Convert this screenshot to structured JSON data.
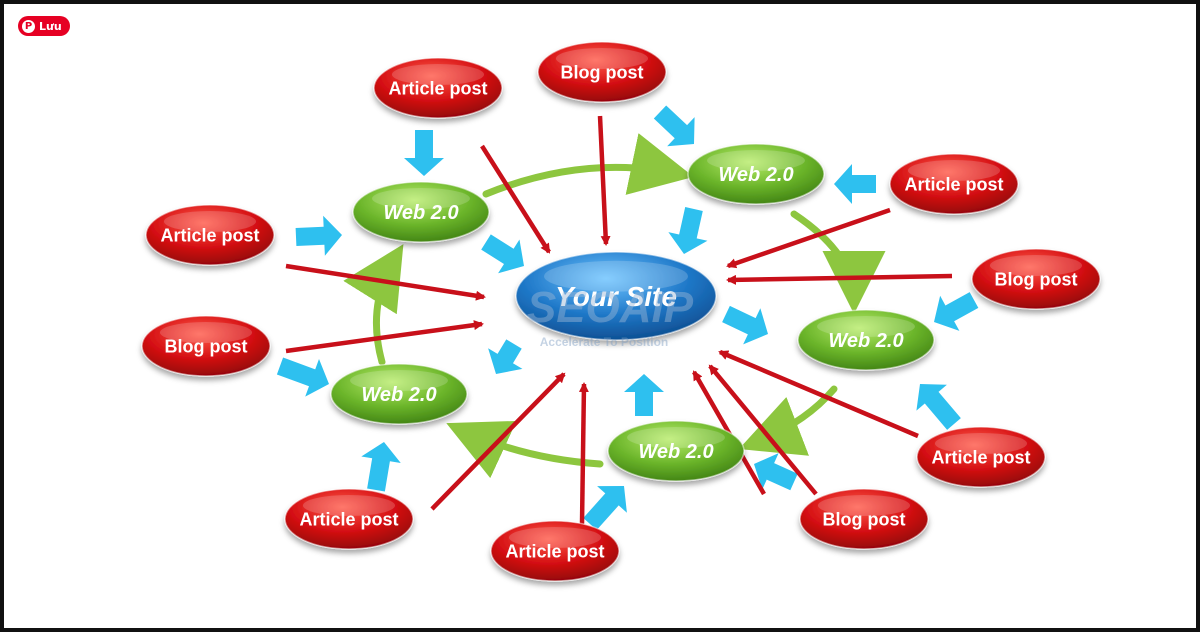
{
  "toolbar": {
    "save_label": "Lưu",
    "save_icon": "pinterest-icon",
    "save_color": "#e60023"
  },
  "diagram": {
    "center": {
      "label": "Your Site",
      "color": "#1f78c8"
    },
    "watermark": {
      "logo": "SEOAIP",
      "tagline": "Accelerate To Position"
    },
    "hubs": [
      {
        "id": "hub-1",
        "label": "Web 2.0"
      },
      {
        "id": "hub-2",
        "label": "Web 2.0"
      },
      {
        "id": "hub-3",
        "label": "Web 2.0"
      },
      {
        "id": "hub-4",
        "label": "Web 2.0"
      },
      {
        "id": "hub-5",
        "label": "Web 2.0"
      }
    ],
    "posts": [
      {
        "id": "post-1",
        "label": "Article post"
      },
      {
        "id": "post-2",
        "label": "Blog post"
      },
      {
        "id": "post-3",
        "label": "Article post"
      },
      {
        "id": "post-4",
        "label": "Article post"
      },
      {
        "id": "post-5",
        "label": "Blog post"
      },
      {
        "id": "post-6",
        "label": "Blog post"
      },
      {
        "id": "post-7",
        "label": "Article post"
      },
      {
        "id": "post-8",
        "label": "Blog post"
      },
      {
        "id": "post-9",
        "label": "Article post"
      },
      {
        "id": "post-10",
        "label": "Article post"
      }
    ],
    "colors": {
      "post": "#d40e12",
      "hub": "#6bb52a",
      "center": "#1f78c8",
      "link_arrow": "#c8101a",
      "feed_arrow": "#2ec0ef",
      "cycle_arrow": "#8dc63f"
    }
  }
}
